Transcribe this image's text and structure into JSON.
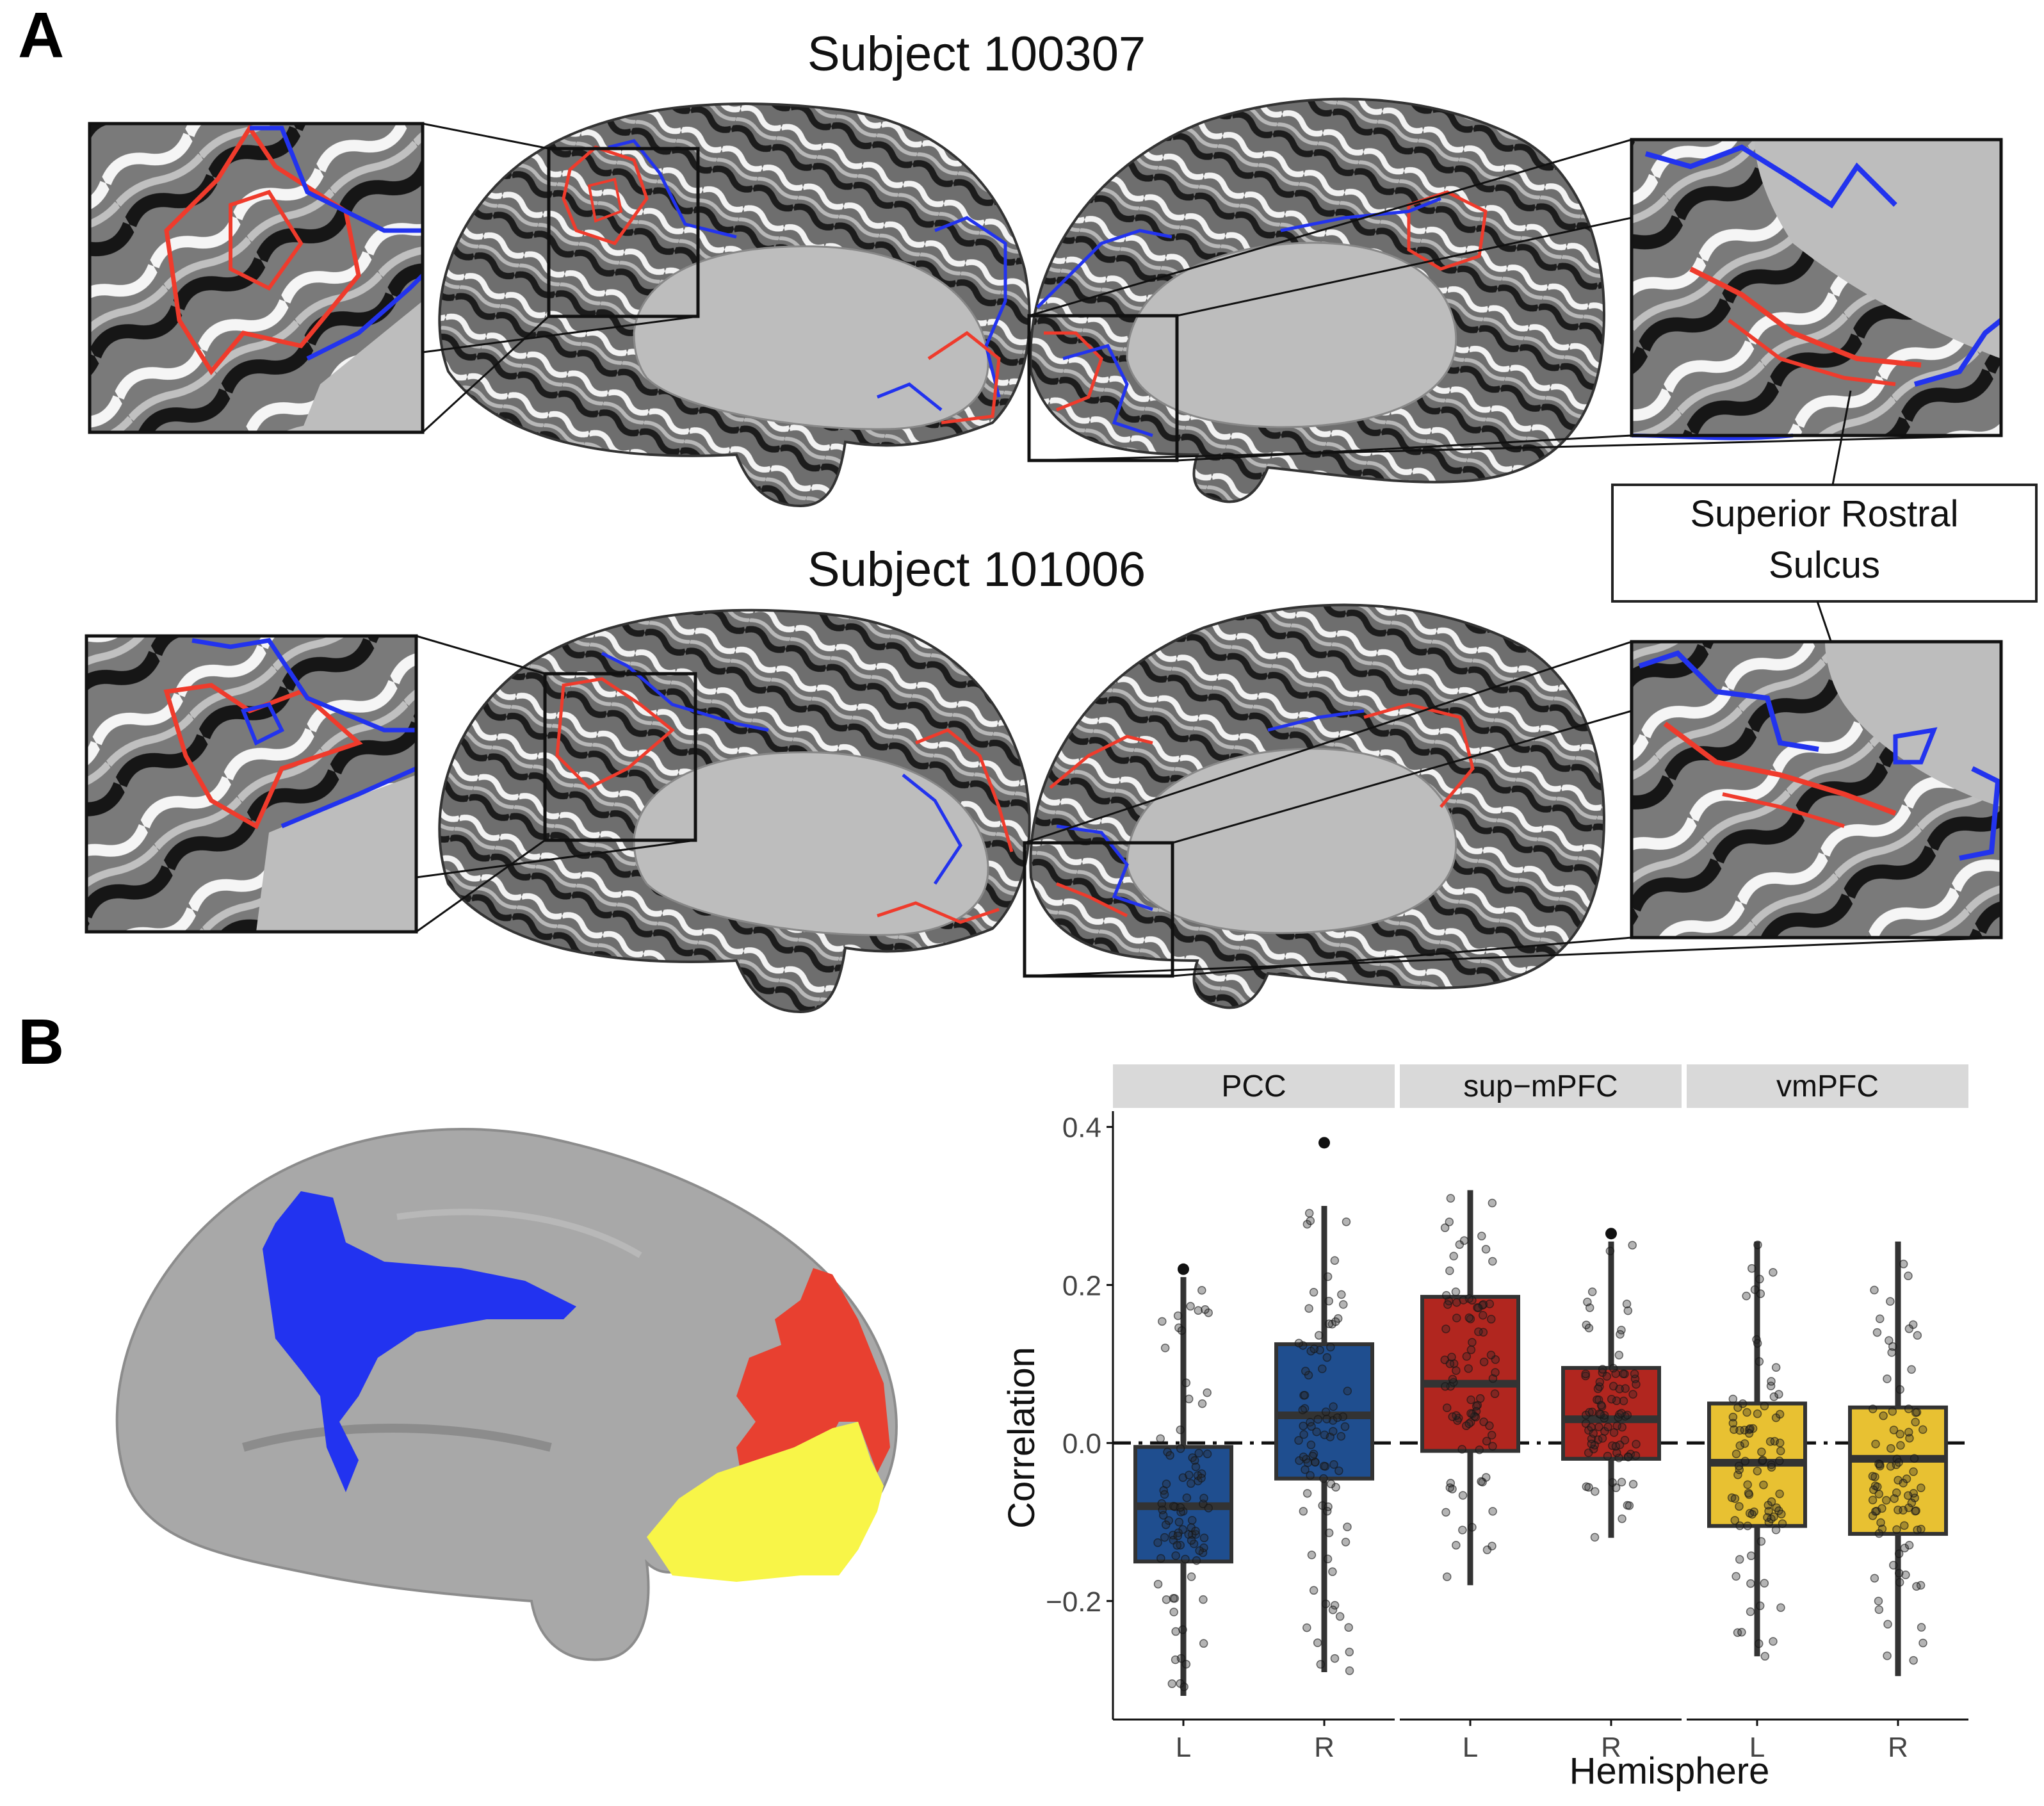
{
  "panel_a": {
    "label": "A",
    "subject_top": "Subject 100307",
    "subject_bottom": "Subject 101006",
    "annotation": [
      "Superior Rostral",
      "Sulcus"
    ]
  },
  "panel_b": {
    "label": "B"
  },
  "colors": {
    "pcc": "#1f4e8f",
    "sup_mpfc": "#b1261f",
    "vmpfc": "#e8c132",
    "outline_red": "#ef3b2c",
    "outline_blue": "#2233ee",
    "roi_blue": "#2233f0",
    "roi_red": "#e84030",
    "roi_yellow": "#f8f548",
    "brain_gray": "#a8a8a8",
    "strip": "#d9d9d9"
  },
  "chart_data": {
    "type": "box",
    "facets": [
      "PCC",
      "sup−mPFC",
      "vmPFC"
    ],
    "categories": [
      "L",
      "R"
    ],
    "xlabel": "Hemisphere",
    "ylabel": "Correlation",
    "ylim": [
      -0.35,
      0.42
    ],
    "yticks": [
      -0.2,
      0.0,
      0.2,
      0.4
    ],
    "ytick_labels": [
      "−0.2",
      "0.0",
      "0.2",
      "0.4"
    ],
    "reference_line": 0.0,
    "boxes": [
      {
        "facet": "PCC",
        "hemisphere": "L",
        "min": -0.32,
        "q1": -0.15,
        "median": -0.08,
        "q3": -0.005,
        "max": 0.21,
        "outliers": [
          0.22
        ]
      },
      {
        "facet": "PCC",
        "hemisphere": "R",
        "min": -0.29,
        "q1": -0.045,
        "median": 0.035,
        "q3": 0.125,
        "max": 0.3,
        "outliers": [
          0.38
        ]
      },
      {
        "facet": "sup−mPFC",
        "hemisphere": "L",
        "min": -0.18,
        "q1": -0.01,
        "median": 0.075,
        "q3": 0.185,
        "max": 0.32,
        "outliers": []
      },
      {
        "facet": "sup−mPFC",
        "hemisphere": "R",
        "min": -0.12,
        "q1": -0.02,
        "median": 0.03,
        "q3": 0.095,
        "max": 0.255,
        "outliers": [
          0.265
        ]
      },
      {
        "facet": "vmPFC",
        "hemisphere": "L",
        "min": -0.27,
        "q1": -0.105,
        "median": -0.025,
        "q3": 0.05,
        "max": 0.255,
        "outliers": []
      },
      {
        "facet": "vmPFC",
        "hemisphere": "R",
        "min": -0.295,
        "q1": -0.115,
        "median": -0.02,
        "q3": 0.045,
        "max": 0.255,
        "outliers": []
      }
    ]
  }
}
